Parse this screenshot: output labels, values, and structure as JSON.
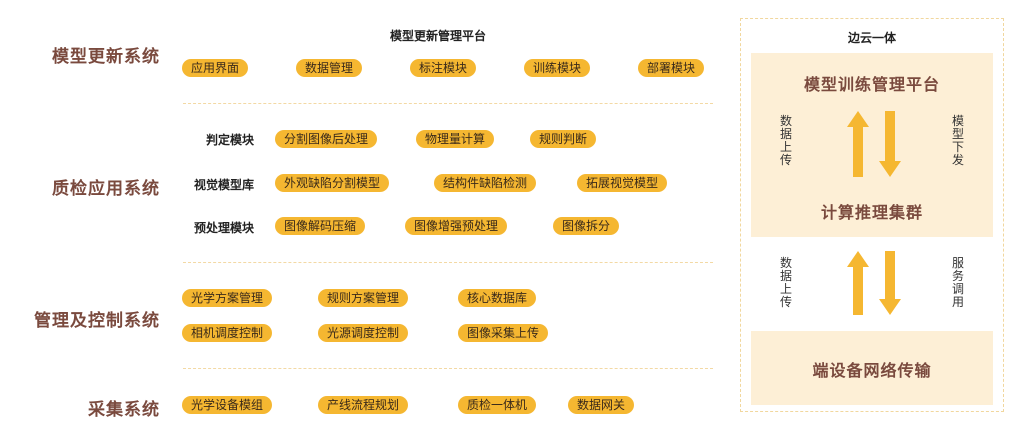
{
  "left": {
    "systems": [
      {
        "label": "模型更新系统"
      },
      {
        "label": "质检应用系统"
      },
      {
        "label": "管理及控制系统"
      },
      {
        "label": "采集系统"
      }
    ],
    "model_update": {
      "title": "模型更新管理平台",
      "pills": [
        "应用界面",
        "数据管理",
        "标注模块",
        "训练模块",
        "部署模块"
      ]
    },
    "qc_app": {
      "rows": [
        {
          "label": "判定模块",
          "pills": [
            "分割图像后处理",
            "物理量计算",
            "规则判断"
          ]
        },
        {
          "label": "视觉模型库",
          "pills": [
            "外观缺陷分割模型",
            "结构件缺陷检测",
            "拓展视觉模型"
          ]
        },
        {
          "label": "预处理模块",
          "pills": [
            "图像解码压缩",
            "图像增强预处理",
            "图像拆分"
          ]
        }
      ]
    },
    "management": {
      "rows": [
        [
          "光学方案管理",
          "规则方案管理",
          "核心数据库"
        ],
        [
          "相机调度控制",
          "光源调度控制",
          "图像采集上传"
        ]
      ]
    },
    "collection": {
      "pills": [
        "光学设备模组",
        "产线流程规划",
        "质检一体机",
        "数据网关"
      ]
    }
  },
  "right": {
    "title": "边云一体",
    "top_panel": {
      "title": "模型训练管理平台",
      "bottom": "计算推理集群"
    },
    "upper_left_text": "数据上传",
    "upper_right_text": "模型下发",
    "lower_left_text": "数据上传",
    "lower_right_text": "服务调用",
    "bottom_panel": {
      "title": "端设备网络传输"
    }
  },
  "colors": {
    "accent": "#f5b731",
    "label_brown": "#7a4a3e",
    "panel_bg": "#fdefd6",
    "divider": "#f3d9a4"
  }
}
